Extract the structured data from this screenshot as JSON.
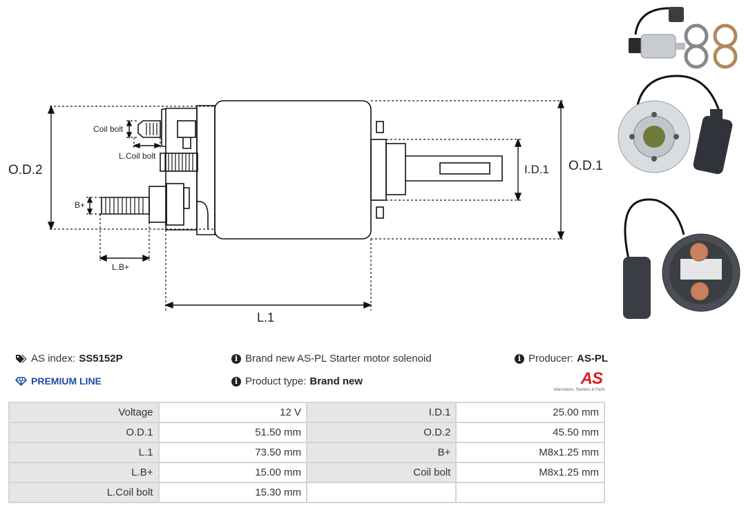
{
  "diagram": {
    "labels": {
      "od2": "O.D.2",
      "od1": "O.D.1",
      "id1": "I.D.1",
      "l1": "L.1",
      "coil_bolt": "Coil bolt",
      "l_coil_bolt": "L.Coil bolt",
      "b_plus": "B+",
      "l_b_plus": "L.B+"
    }
  },
  "info": {
    "as_index_label": "AS index:",
    "as_index_value": "SS5152P",
    "premium": "PREMIUM LINE",
    "description": "Brand new AS-PL Starter motor solenoid",
    "product_type_label": "Product type:",
    "product_type_value": "Brand new",
    "producer_label": "Producer:",
    "producer_value": "AS-PL"
  },
  "logo": {
    "mark": "AS",
    "tagline": "Alternators, Starters & Parts",
    "color": "#e21e26"
  },
  "specs": {
    "rows": [
      {
        "k1": "Voltage",
        "v1": "12 V",
        "k2": "I.D.1",
        "v2": "25.00 mm"
      },
      {
        "k1": "O.D.1",
        "v1": "51.50 mm",
        "k2": "O.D.2",
        "v2": "45.50 mm"
      },
      {
        "k1": "L.1",
        "v1": "73.50 mm",
        "k2": "B+",
        "v2": "M8x1.25 mm"
      },
      {
        "k1": "L.B+",
        "v1": "15.00 mm",
        "k2": "Coil bolt",
        "v2": "M8x1.25 mm"
      },
      {
        "k1": "L.Coil bolt",
        "v1": "15.30 mm",
        "k2": "",
        "v2": ""
      }
    ]
  },
  "colors": {
    "premium": "#1f4aa8",
    "table_key_bg": "#e6e6e6",
    "table_border": "#d4d4d4"
  }
}
